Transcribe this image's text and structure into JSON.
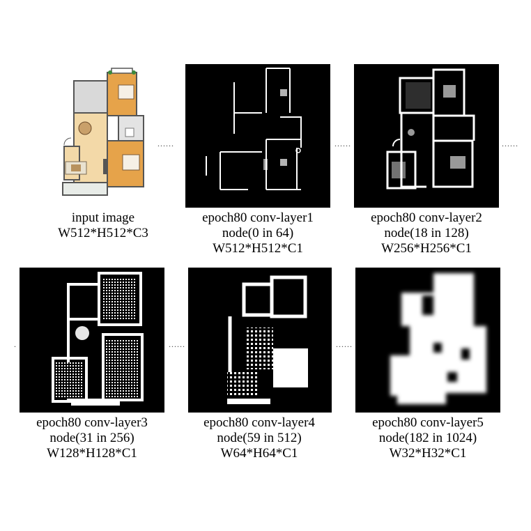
{
  "panels": [
    {
      "id": "input",
      "lines": [
        "input image",
        "W512*H512*C3"
      ]
    },
    {
      "id": "layer1",
      "lines": [
        "epoch80 conv-layer1",
        "node(0 in 64)",
        "W512*H512*C1"
      ]
    },
    {
      "id": "layer2",
      "lines": [
        "epoch80 conv-layer2",
        "node(18 in 128)",
        "W256*H256*C1"
      ]
    },
    {
      "id": "layer3",
      "lines": [
        "epoch80 conv-layer3",
        "node(31 in 256)",
        "W128*H128*C1"
      ]
    },
    {
      "id": "layer4",
      "lines": [
        "epoch80 conv-layer4",
        "node(59 in 512)",
        "W64*H64*C1"
      ]
    },
    {
      "id": "layer5",
      "lines": [
        "epoch80 conv-layer5",
        "node(182 in 1024)",
        "W32*H32*C1"
      ]
    }
  ],
  "separators": [
    "......",
    "......",
    "......",
    ".",
    "......",
    "......"
  ],
  "colors": {
    "floor_wood": "#f3d9a8",
    "bedroom_wood": "#e6a34a",
    "feature_white": "#ffffff",
    "background_black": "#000000"
  }
}
